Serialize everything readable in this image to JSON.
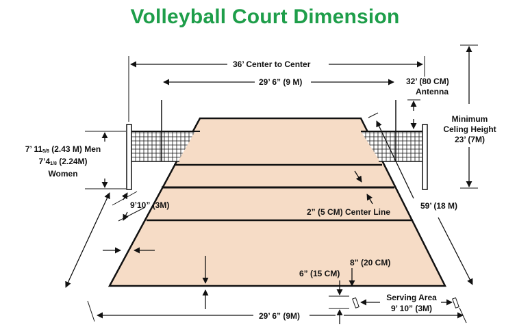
{
  "title": "Volleyball Court Dimension",
  "colors": {
    "title": "#1e9e4a",
    "court_fill": "#f6dcc6",
    "line": "#111111"
  },
  "labels": {
    "center_to_center": "36’ Center to Center",
    "net_width": "29’ 6” (9 M)",
    "antenna_height": "32’ (80 CM)",
    "antenna": "Antenna",
    "ceiling_1": "Minimum",
    "ceiling_2": "Celing Height",
    "ceiling_3": "23’ (7M)",
    "net_height_men_a": "7’ 11",
    "net_height_men_frac": "5/8",
    "net_height_men_b": " (2.43 M) Men",
    "net_height_women_a": "7’4",
    "net_height_women_frac": "1/8",
    "net_height_women_b": " (2.24M)",
    "women": "Women",
    "attack_line": "9’10” (3M)",
    "center_line": "2” (5 CM) Center Line",
    "court_length": "59’ (18 M)",
    "line_8": "8” (20 CM)",
    "line_6": "6” (15 CM)",
    "serving_area": "Serving Area",
    "serving_width": "9’ 10” (3M)",
    "court_width": "29’ 6” (9M)"
  }
}
